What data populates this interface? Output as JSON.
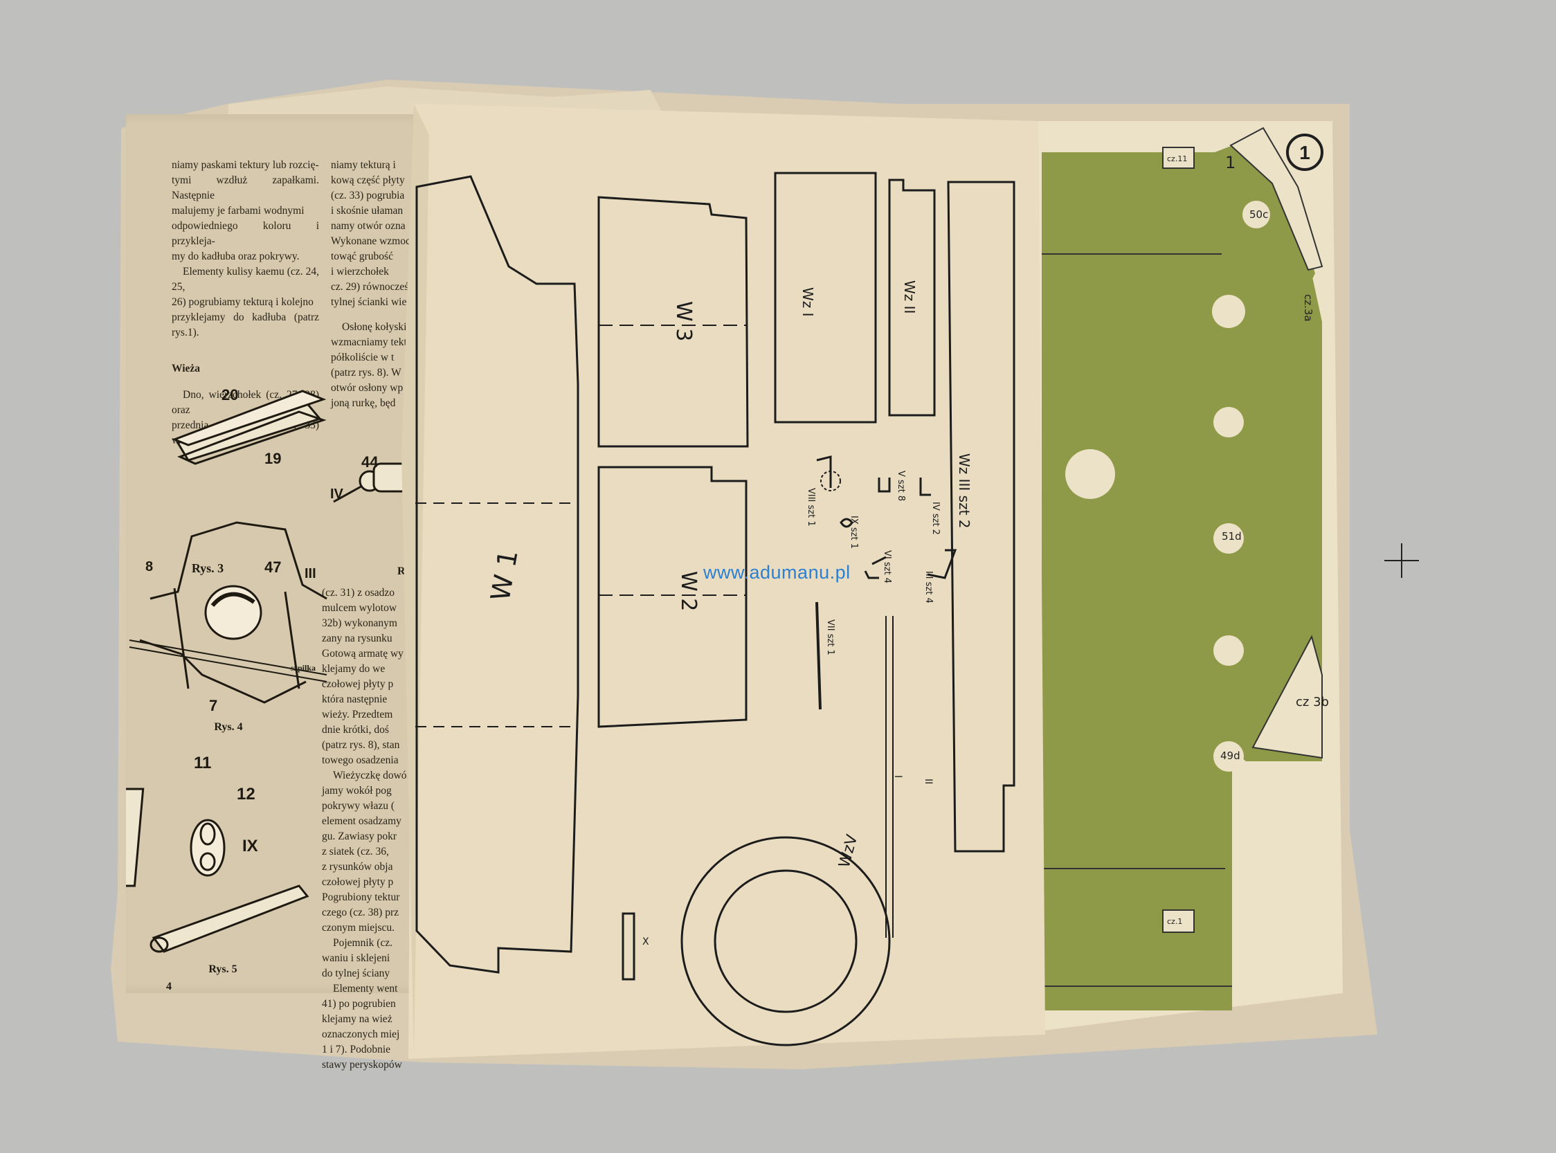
{
  "watermark": "www.adumanu.pl",
  "left_page": {
    "page_number": "4",
    "col1_paragraphs": [
      "niamy paskami tektury lub rozcię-",
      "tymi wzdłuż zapałkami. Następnie",
      "malujemy je farbami wodnymi",
      "odpowiedniego koloru i przykleja-",
      "my do kadłuba oraz pokrywy.",
      "Elementy kulisy kaemu (cz. 24, 25,",
      "26) pogrubiamy tekturą i kolejno",
      "przyklejamy do kadłuba (patrz rys.1)."
    ],
    "heading": "Wieża",
    "col1_after": [
      "Dno, wierzchołek (cz. 27, 28) oraz",
      "przednią płytę wieży (cz. 33) wzmac-"
    ],
    "col2_top": [
      "niamy tekturą i",
      "kową część płyty",
      "(cz. 33) pogrubia",
      "i skośnie ułaman",
      "namy otwór ozna",
      "Wykonane wzmoc",
      "towąć grubość",
      "i wierzchołek",
      "cz. 29) równocześ",
      "tylnej ścianki wie"
    ],
    "col2_mid": [
      "Osłonę kołyski",
      "wzmacniamy tekt",
      "półkoliście w t",
      "(patrz rys. 8). W",
      "otwór osłony wp",
      "joną rurkę, będ"
    ],
    "col2_low": [
      "(cz. 31) z osadzo",
      "mulcem wylotow",
      "32b) wykonanym",
      "zany na rysunku",
      "Gotową armatę wy",
      "klejamy do we",
      "czołowej płyty p",
      "która następnie",
      "wieży. Przedtem",
      "dnie krótki, doś",
      "(patrz rys. 8), stan",
      "towego osadzenia",
      "Wieżyczkę dowó",
      "jamy wokół pog",
      "pokrywy włazu (",
      "element osadzamy",
      "gu. Zawiasy pokr",
      "z siatek (cz. 36,",
      "z rysunków obja",
      "czołowej płyty p",
      "Pogrubiony tektur",
      "czego (cz. 38) prz",
      "czonym miejscu.",
      "Pojemnik (cz.",
      "waniu i sklejeni",
      "do tylnej ściany",
      "Elementy went",
      "41) po pogrubien",
      "klejamy na wież",
      "oznaczonych miej",
      "1 i 7). Podobnie",
      "stawy peryskopów"
    ],
    "fig_labels": {
      "rys3": "Rys. 3",
      "rys4": "Rys. 4",
      "rys5": "Rys. 5",
      "rys_cut": "Rys",
      "n20": "20",
      "n19": "19",
      "n44": "44",
      "nIV": "IV",
      "n8": "8",
      "n47": "47",
      "nIII": "III",
      "n7": "7",
      "szpilka": "szpilka",
      "n11": "11",
      "n12": "12",
      "nIX": "IX"
    }
  },
  "middle_sheet": {
    "labels": {
      "w1": "W 1",
      "w3": "W 3",
      "w2": "W 2",
      "wz1": "Wz I",
      "wz2": "Wz II",
      "wz3": "Wz III szt 2",
      "wzv": "WzV",
      "v8": "V szt 8",
      "iv2": "IV szt 2",
      "viii1": "VIII szt 1",
      "ix1": "IX szt 1",
      "vi4": "VI szt 4",
      "iii4": "III szt 4",
      "vii1": "VII szt 1",
      "i": "I",
      "ii": "II",
      "x": "X"
    }
  },
  "right_sheet": {
    "page_circle": "1",
    "labels": {
      "n1": "1",
      "c50": "50c",
      "cz3a": "cz.3a",
      "c51": "51d",
      "c49": "49d",
      "cz3b": "cz 3b",
      "top_box": "cz.11",
      "bottom_box": "cz.1"
    },
    "colors": {
      "olive": "#8e9a48",
      "olive_dark": "#7f8c3c",
      "paper": "#ece2c7"
    }
  }
}
